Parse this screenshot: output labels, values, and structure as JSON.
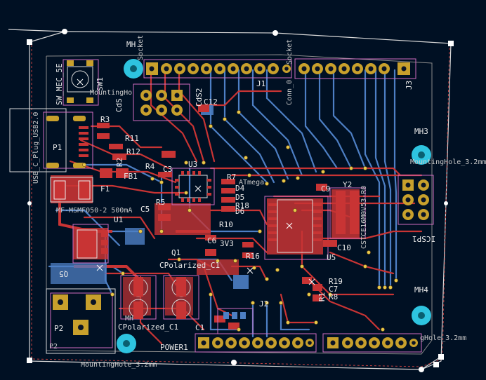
{
  "app": "PCB layout editor",
  "colors": {
    "background": "#001023",
    "copper_front": "#c83434",
    "copper_back": "#4d7fc4",
    "pad": "#c8a02c",
    "silkscreen": "#f2f2f2",
    "courtyard": "#d06cc0",
    "edge_cuts": "#d0d0d0",
    "mounting_hole": "#2ec4e0"
  },
  "labels": {
    "mh_top": "MH",
    "mh3": "MH3",
    "mh4": "MH4",
    "mh_bottom": "MH",
    "socket_top": "Socket",
    "conn_top": "Conn_0",
    "socket_top2": "Socket",
    "j1": "J1",
    "j3": "J3",
    "sw_mec": "SW_MEC_5E",
    "sw1": "SW1",
    "mounting_hole": "MountingHo",
    "mounting_hole_3": "MountingHole_3.2mm",
    "mounting_hole_bottom": "MountingHole_3.2mm",
    "mounting_hole_br": "gHole_3.2mm",
    "cds": "CdS",
    "cds2": "CdS2",
    "c12": "C12",
    "usb": "USB_C_Plug_USB2.0",
    "p1": "P1",
    "r3": "R3",
    "r11": "R11",
    "r12": "R12",
    "r2": "R2",
    "fb1": "FB1",
    "r4": "R4",
    "c3": "C3",
    "u3": "U3",
    "f1": "F1",
    "r5": "R5",
    "c5": "C5",
    "mf": "MF-MSMF050-2 500mA",
    "at": "ATmega",
    "r7": "R7",
    "d4": "D4",
    "d5": "D5",
    "r18": "R18",
    "d6": "D6",
    "r10": "R10",
    "c9": "C9",
    "y2": "Y2",
    "csm": "CSTCE16M0V53-R0",
    "icsp": "ICSP1",
    "c10": "C10",
    "u5": "U5",
    "u1": "U1",
    "q1": "Q1",
    "c6": "C6",
    "v33": "3V3",
    "r16": "R16",
    "q5": "Q5",
    "cpol1": "CPolarized_C1",
    "cpol2": "CPolarized_C1",
    "cpol3": "CPolarized_C",
    "r19": "R19",
    "c7": "C7",
    "r8": "R8",
    "j2": "J2",
    "c1": "C1",
    "p2": "P2",
    "p2b": "P2",
    "power": "POWER1",
    "mh2": "MH",
    "r1": "R1"
  }
}
